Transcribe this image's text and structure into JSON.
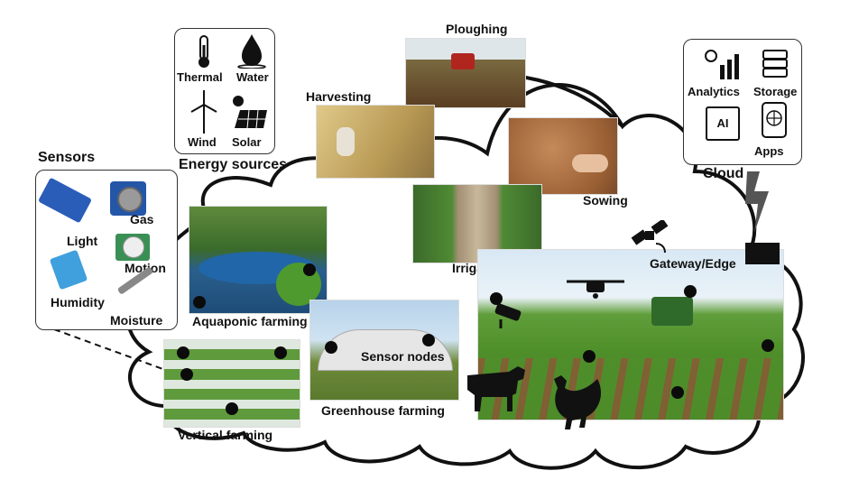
{
  "labels": {
    "ploughing": "Ploughing",
    "harvesting": "Harvesting",
    "sowing": "Sowing",
    "irrigation": "Irrigation",
    "gateway": "Gateway/Edge",
    "aquaponic": "Aquaponic farming",
    "greenhouse": "Greenhouse farming",
    "vertical": "Vertical farming",
    "sensor_nodes": "Sensor nodes"
  },
  "energy": {
    "title": "Energy sources",
    "items": [
      "Thermal",
      "Water",
      "Wind",
      "Solar"
    ]
  },
  "sensors": {
    "title": "Sensors",
    "items": [
      "Gas",
      "Light",
      "Motion",
      "Humidity",
      "Moisture"
    ]
  },
  "cloud": {
    "title": "Cloud",
    "items": [
      "Analytics",
      "Storage",
      "AI",
      "Apps"
    ]
  },
  "colors": {
    "outline": "#111111",
    "field_green": "#4f8f2a",
    "soil": "#8a5a36",
    "sky": "#cfe3f2"
  }
}
